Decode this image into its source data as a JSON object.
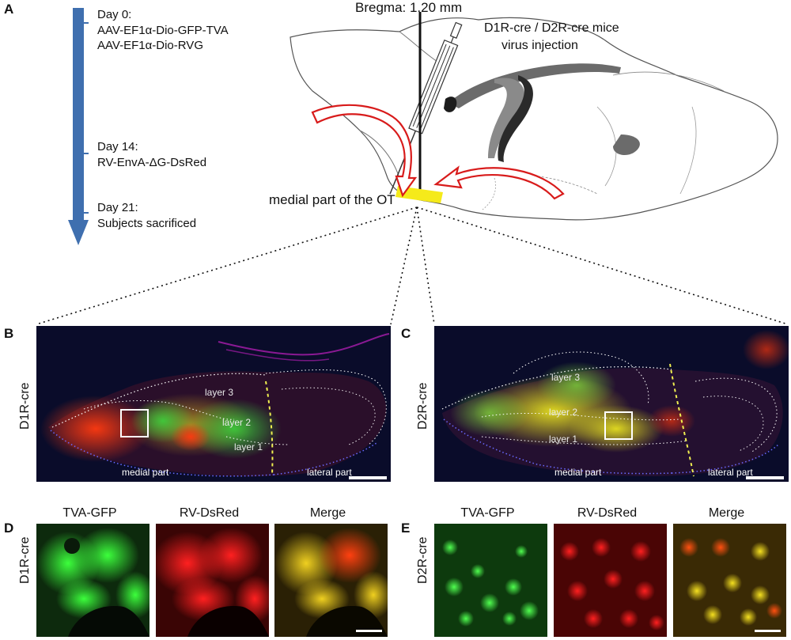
{
  "panels": {
    "A": "A",
    "B": "B",
    "C": "C",
    "D": "D",
    "E": "E"
  },
  "timeline": {
    "arrow_color": "#3f6faf",
    "day0_title": "Day 0:",
    "day0_line1": "AAV-EF1α-Dio-GFP-TVA",
    "day0_line2": "AAV-EF1α-Dio-RVG",
    "day14_title": "Day 14:",
    "day14_line1": "RV-EnvA-ΔG-DsRed",
    "day21_title": "Day 21:",
    "day21_line1": "Subjects sacrificed"
  },
  "schematic": {
    "bregma": "Bregma: 1.20 mm",
    "mice_line1": "D1R-cre / D2R-cre mice",
    "mice_line2": "virus injection",
    "ot_label": "medial part of the OT",
    "highlight_color": "#f5ea1a",
    "arrow_color": "#d81b1b"
  },
  "panelB": {
    "row_label": "D1R-cre",
    "layer3": "layer 3",
    "layer2": "layer 2",
    "layer1": "layer 1",
    "medial": "medial part",
    "lateral": "lateral part"
  },
  "panelC": {
    "row_label": "D2R-cre",
    "layer3": "layer 3",
    "layer2": "layer 2",
    "layer1": "layer 1",
    "medial": "medial part",
    "lateral": "lateral part"
  },
  "panelD": {
    "row_label": "D1R-cre",
    "col1": "TVA-GFP",
    "col2": "RV-DsRed",
    "col3": "Merge"
  },
  "panelE": {
    "row_label": "D2R-cre",
    "col1": "TVA-GFP",
    "col2": "RV-DsRed",
    "col3": "Merge"
  }
}
